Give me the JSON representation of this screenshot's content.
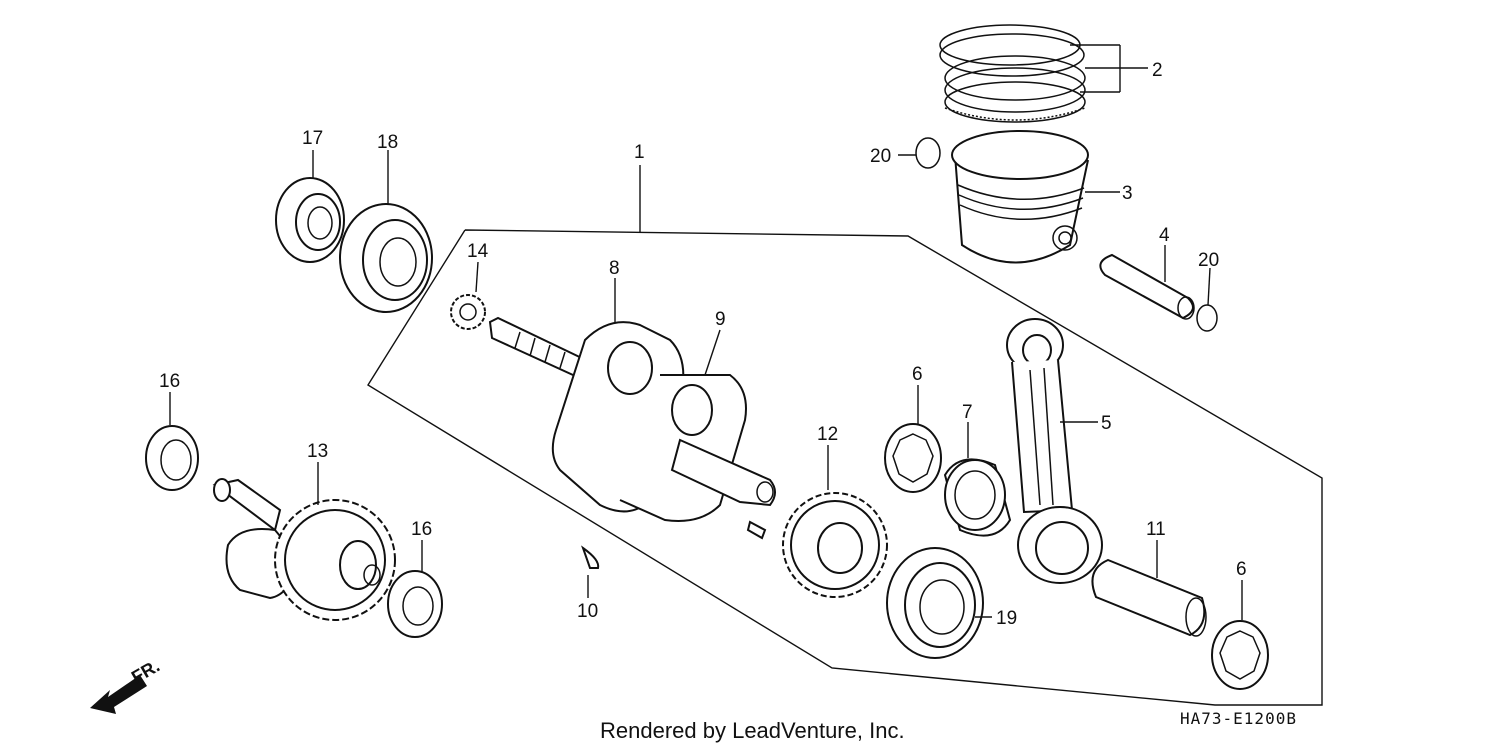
{
  "callouts": {
    "c1": "1",
    "c2": "2",
    "c3": "3",
    "c4": "4",
    "c5": "5",
    "c6a": "6",
    "c6b": "6",
    "c7": "7",
    "c8": "8",
    "c9": "9",
    "c10": "10",
    "c11": "11",
    "c12": "12",
    "c13": "13",
    "c14": "14",
    "c16a": "16",
    "c16b": "16",
    "c17": "17",
    "c18": "18",
    "c19": "19",
    "c20a": "20",
    "c20b": "20"
  },
  "footer": {
    "credit": "Rendered by LeadVenture, Inc.",
    "diagram_code": "HA73-E1200B",
    "direction": "FR."
  }
}
